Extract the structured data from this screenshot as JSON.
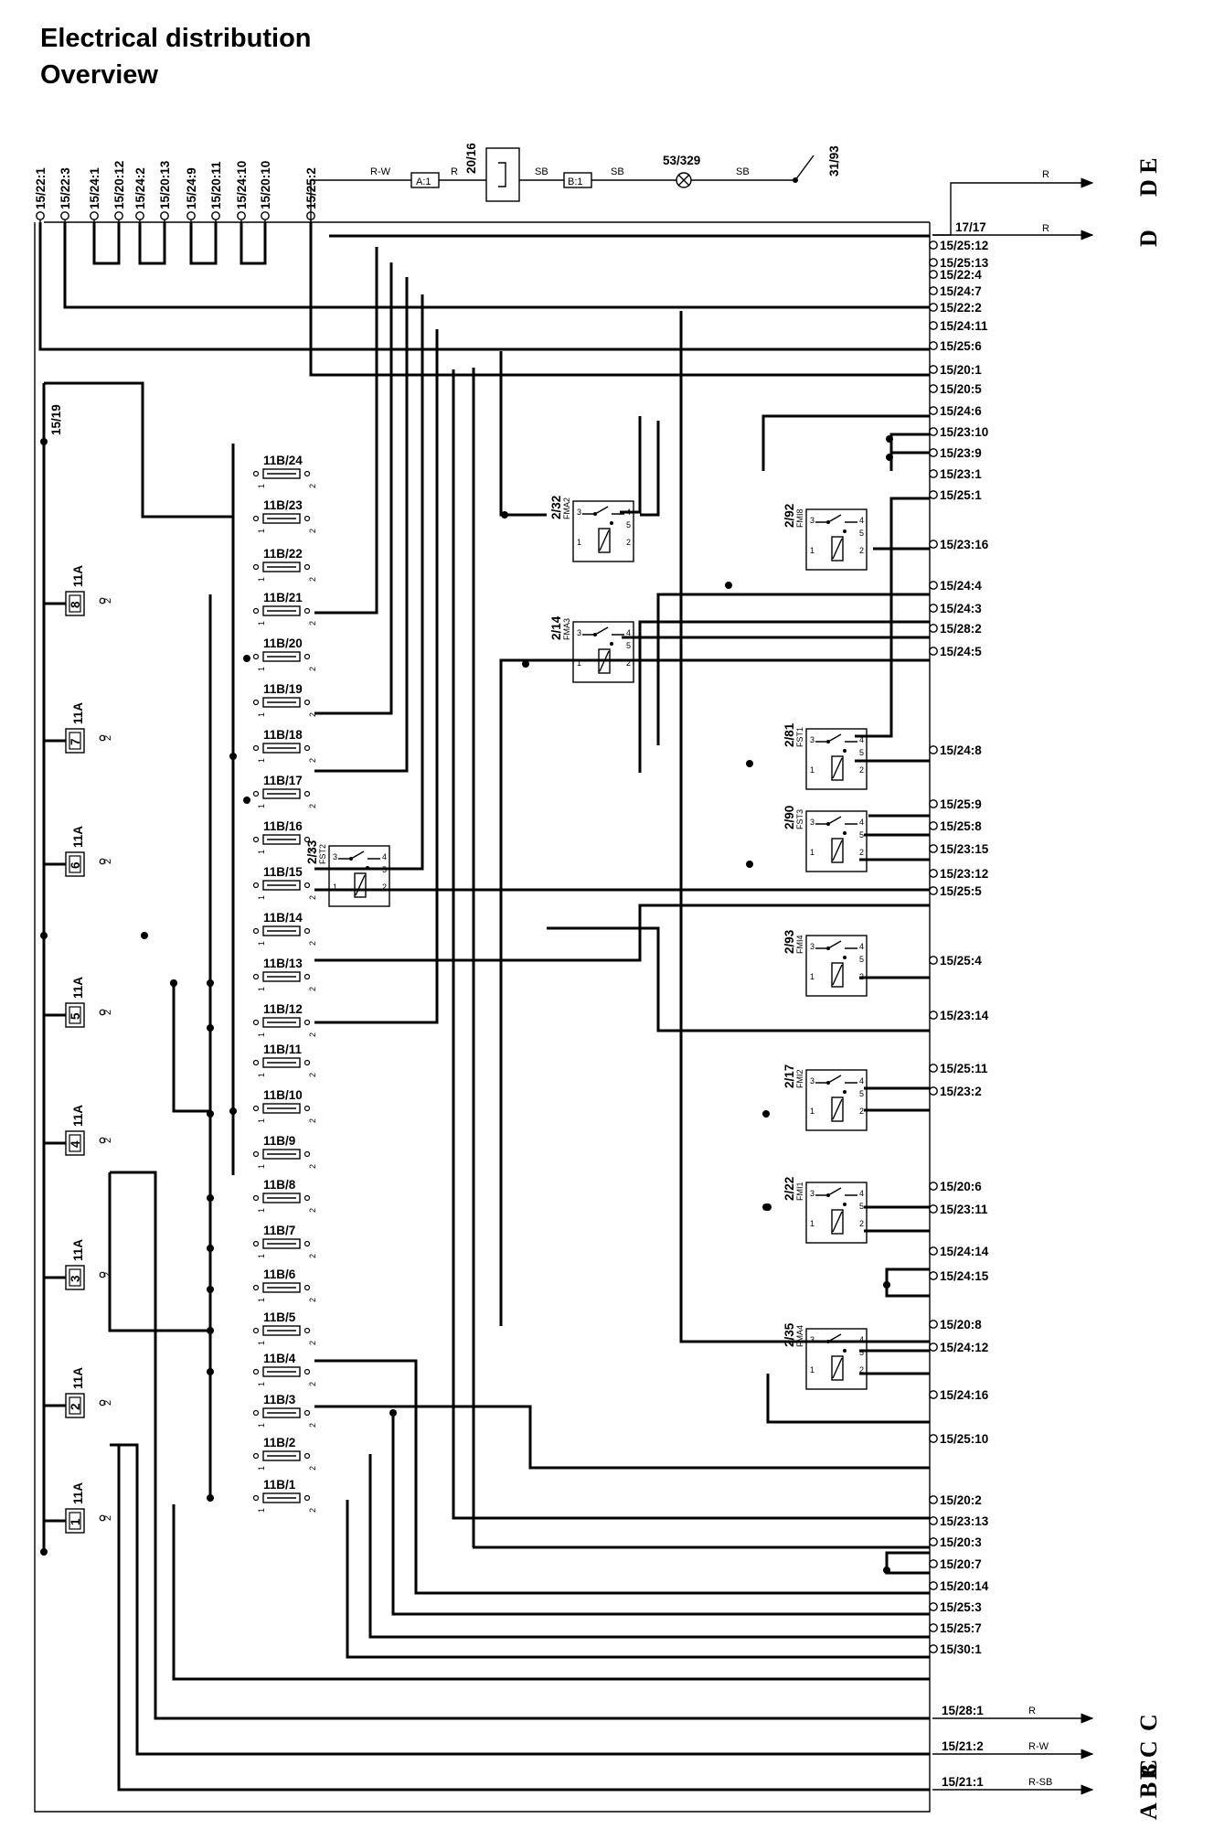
{
  "title": {
    "line1": "Electrical distribution",
    "line2": "Overview"
  },
  "top_connectors": [
    "15/22:1",
    "15/22:3",
    "15/24:1",
    "15/20:12",
    "15/24:2",
    "15/20:13",
    "15/24:9",
    "15/20:11",
    "15/24:10",
    "15/20:10",
    "15/25:2"
  ],
  "top_chain": {
    "wire1": "R-W",
    "a1": "A:1",
    "wire2": "R",
    "comp": "20/16",
    "wire3": "SB",
    "b1": "B:1",
    "wire4": "SB",
    "lamp": "53/329",
    "wire5": "SB",
    "ground": "31/93"
  },
  "outputs": {
    "d_top": {
      "wire": "R",
      "letters": "D E"
    },
    "d": {
      "pin": "17/17",
      "wire": "R",
      "letter": "D"
    },
    "c": {
      "pin": "15/28:1",
      "wire": "R",
      "letters": "C"
    },
    "b": {
      "pin": "15/21:2",
      "wire": "R-W",
      "letters": "B C"
    },
    "a": {
      "pin": "15/21:1",
      "wire": "R-SB",
      "letters": "A B C"
    }
  },
  "right_connectors": [
    "15/25:12",
    "15/25:13",
    "15/22:4",
    "15/24:7",
    "15/22:2",
    "15/24:11",
    "15/25:6",
    "15/20:1",
    "15/20:5",
    "15/24:6",
    "15/23:10",
    "15/23:9",
    "15/23:1",
    "15/25:1",
    "15/23:16",
    "15/24:4",
    "15/24:3",
    "15/28:2",
    "15/24:5",
    "15/24:8",
    "15/25:9",
    "15/25:8",
    "15/23:15",
    "15/23:12",
    "15/25:5",
    "15/25:4",
    "15/23:14",
    "15/25:11",
    "15/23:2",
    "15/20:6",
    "15/23:11",
    "15/24:14",
    "15/24:15",
    "15/20:8",
    "15/24:12",
    "15/24:16",
    "15/25:10",
    "15/20:2",
    "15/23:13",
    "15/20:3",
    "15/20:7",
    "15/20:14",
    "15/25:3",
    "15/25:7",
    "15/30:1"
  ],
  "bus_label": "15/19",
  "main_fuses": [
    {
      "num": "8",
      "rating": "11A"
    },
    {
      "num": "7",
      "rating": "11A"
    },
    {
      "num": "6",
      "rating": "11A"
    },
    {
      "num": "5",
      "rating": "11A"
    },
    {
      "num": "4",
      "rating": "11A"
    },
    {
      "num": "3",
      "rating": "11A"
    },
    {
      "num": "2",
      "rating": "11A"
    },
    {
      "num": "1",
      "rating": "11A"
    }
  ],
  "fuses": [
    "11B/24",
    "11B/23",
    "11B/22",
    "11B/21",
    "11B/20",
    "11B/19",
    "11B/18",
    "11B/17",
    "11B/16",
    "11B/15",
    "11B/14",
    "11B/13",
    "11B/12",
    "11B/11",
    "11B/10",
    "11B/9",
    "11B/8",
    "11B/7",
    "11B/6",
    "11B/5",
    "11B/4",
    "11B/3",
    "11B/2",
    "11B/1"
  ],
  "relays": [
    {
      "id": "2/32",
      "name": "FMA2"
    },
    {
      "id": "2/92",
      "name": "FMI8"
    },
    {
      "id": "2/14",
      "name": "FMA3"
    },
    {
      "id": "2/81",
      "name": "FST1"
    },
    {
      "id": "2/90",
      "name": "FST3"
    },
    {
      "id": "2/33",
      "name": "FST2"
    },
    {
      "id": "2/93",
      "name": "FMI4"
    },
    {
      "id": "2/17",
      "name": "FMI2"
    },
    {
      "id": "2/22",
      "name": "FMI1"
    },
    {
      "id": "2/35",
      "name": "FMA4"
    }
  ]
}
